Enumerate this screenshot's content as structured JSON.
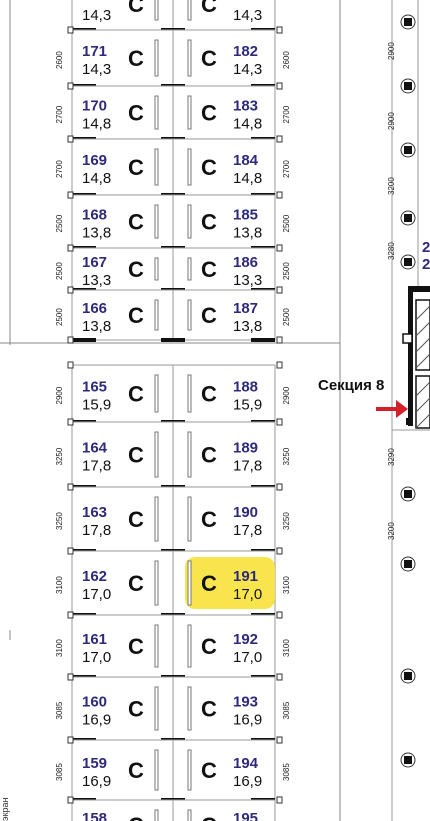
{
  "accent_colors": {
    "storage_number": "#2e2a7a",
    "highlight": "#f7e23a",
    "arrow": "#d3202a"
  },
  "section_label": "Секция 8",
  "edge_label": "экран",
  "storage_symbol": "C",
  "highlighted_unit": "191",
  "upper_block": {
    "rows": [
      {
        "left": {
          "number": "",
          "area": "14,3"
        },
        "right": {
          "number": "",
          "area": "14,3"
        },
        "height_label": ""
      },
      {
        "left": {
          "number": "171",
          "area": "14,3"
        },
        "right": {
          "number": "182",
          "area": "14,3"
        },
        "height_label": "2600"
      },
      {
        "left": {
          "number": "170",
          "area": "14,8"
        },
        "right": {
          "number": "183",
          "area": "14,8"
        },
        "height_label": "2700"
      },
      {
        "left": {
          "number": "169",
          "area": "14,8"
        },
        "right": {
          "number": "184",
          "area": "14,8"
        },
        "height_label": "2700"
      },
      {
        "left": {
          "number": "168",
          "area": "13,8"
        },
        "right": {
          "number": "185",
          "area": "13,8"
        },
        "height_label": "2500"
      },
      {
        "left": {
          "number": "167",
          "area": "13,3"
        },
        "right": {
          "number": "186",
          "area": "13,3"
        },
        "height_label": "2500"
      },
      {
        "left": {
          "number": "166",
          "area": "13,8"
        },
        "right": {
          "number": "187",
          "area": "13,8"
        },
        "height_label": "2500"
      }
    ]
  },
  "lower_block": {
    "rows": [
      {
        "left": {
          "number": "165",
          "area": "15,9"
        },
        "right": {
          "number": "188",
          "area": "15,9"
        },
        "height_label": "2900"
      },
      {
        "left": {
          "number": "164",
          "area": "17,8"
        },
        "right": {
          "number": "189",
          "area": "17,8"
        },
        "height_label": "3250"
      },
      {
        "left": {
          "number": "163",
          "area": "17,8"
        },
        "right": {
          "number": "190",
          "area": "17,8"
        },
        "height_label": "3250"
      },
      {
        "left": {
          "number": "162",
          "area": "17,0"
        },
        "right": {
          "number": "191",
          "area": "17,0"
        },
        "height_label": "3100"
      },
      {
        "left": {
          "number": "161",
          "area": "17,0"
        },
        "right": {
          "number": "192",
          "area": "17,0"
        },
        "height_label": "3100"
      },
      {
        "left": {
          "number": "160",
          "area": "16,9"
        },
        "right": {
          "number": "193",
          "area": "16,9"
        },
        "height_label": "3085"
      },
      {
        "left": {
          "number": "159",
          "area": "16,9"
        },
        "right": {
          "number": "194",
          "area": "16,9"
        },
        "height_label": "3085"
      },
      {
        "left": {
          "number": "158",
          "area": ""
        },
        "right": {
          "number": "195",
          "area": ""
        },
        "height_label": ""
      }
    ]
  },
  "right_strip_labels": [
    "2900",
    "2900",
    "3200",
    "3280",
    "3290",
    "3200"
  ],
  "right_strip_partial": [
    "2",
    "2"
  ]
}
